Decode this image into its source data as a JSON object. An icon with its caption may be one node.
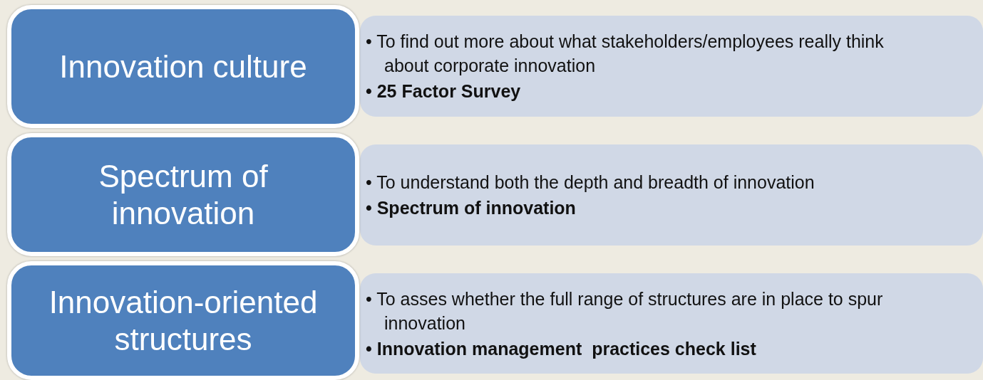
{
  "diagram": {
    "nodes": [
      {
        "text": [
          "Innovation culture"
        ]
      },
      {
        "text": [
          "• To find out more about what stakeholders/employees really think about corporate innovation",
          "• 25 Factor Survey"
        ]
      },
      {
        "text": [
          "Spectrum of innovation"
        ]
      },
      {
        "text": [
          "• To understand both the depth and breadth of innovation",
          "• Spectrum of innovation"
        ]
      },
      {
        "text": [
          "Innovation-oriented structures"
        ]
      },
      {
        "text": [
          "• To asses whether the full range of structures are in place to spur innovation",
          "• Innovation management  practices check list"
        ]
      }
    ]
  }
}
